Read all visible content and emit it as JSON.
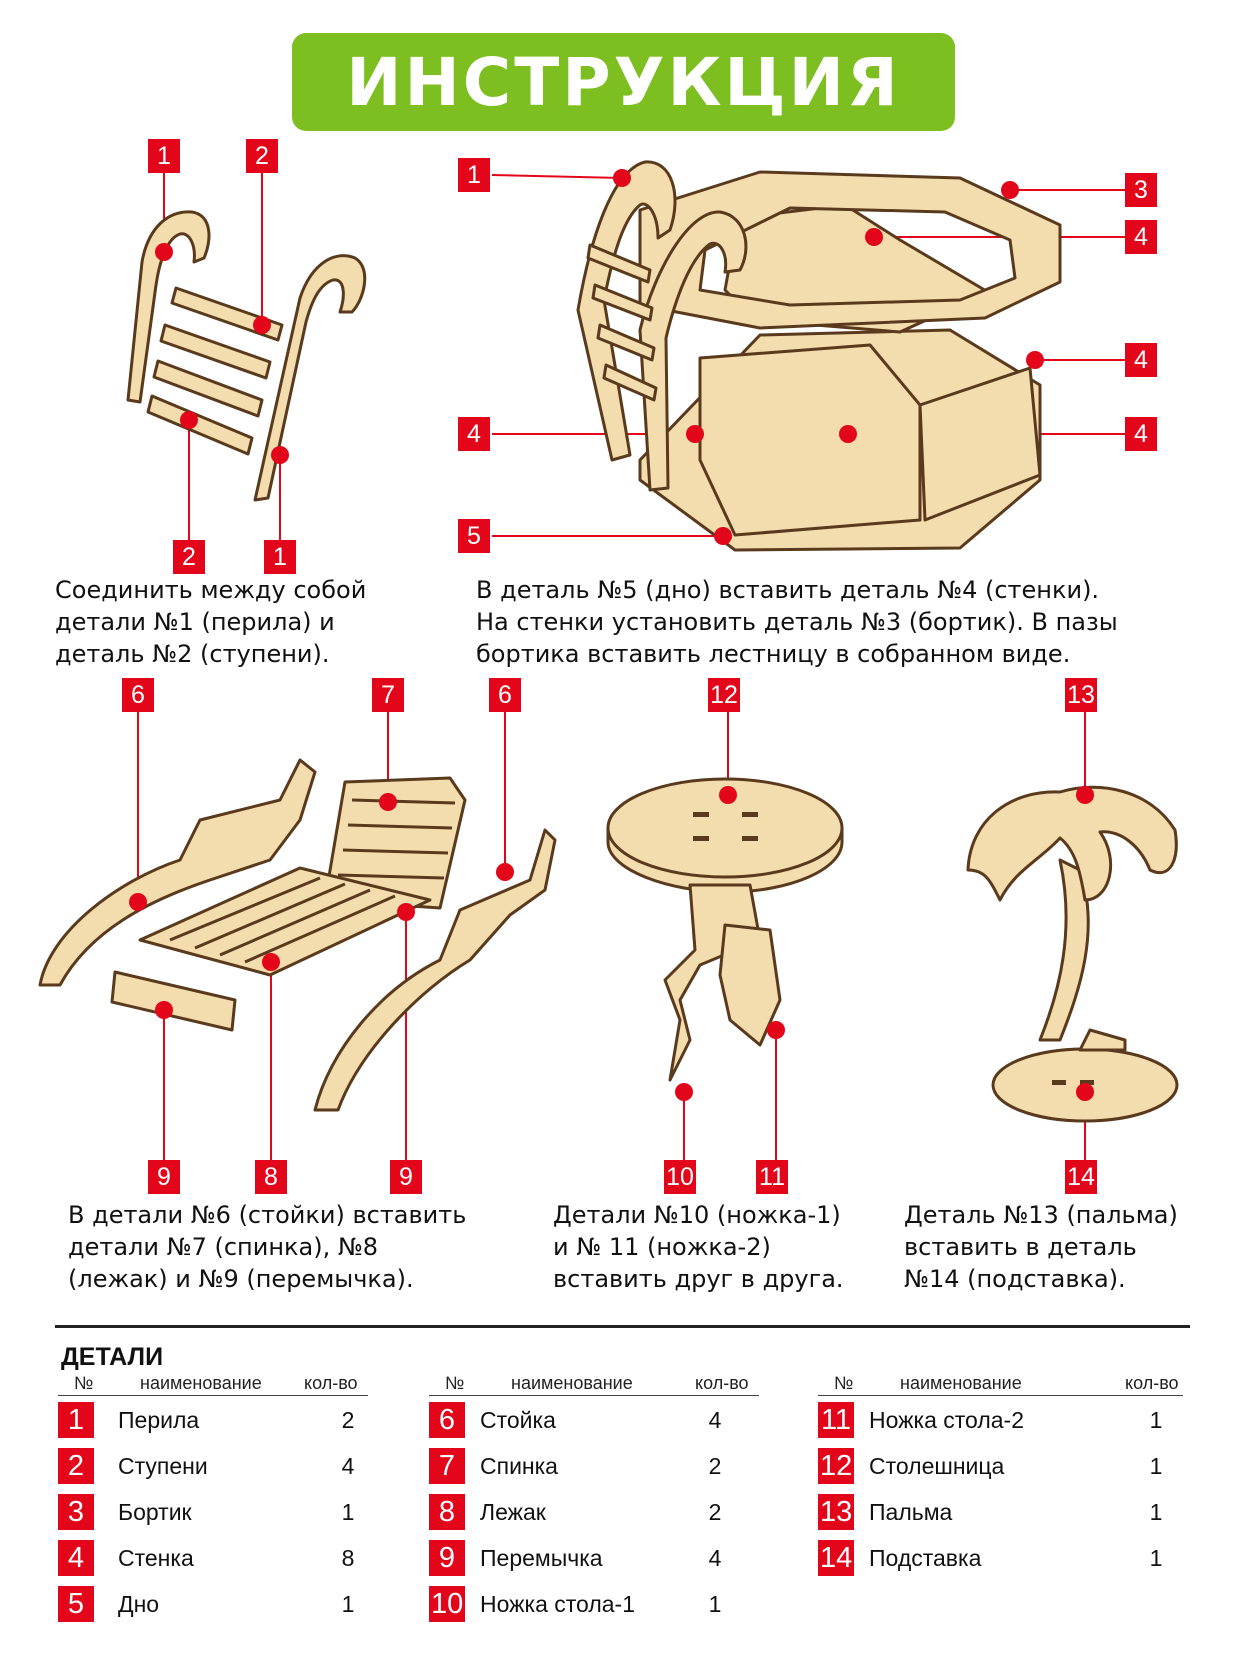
{
  "title": "ИНСТРУКЦИЯ",
  "markers": {
    "ladder": [
      "1",
      "2",
      "2",
      "1"
    ],
    "pool": [
      "1",
      "3",
      "4",
      "4",
      "4",
      "4",
      "5"
    ],
    "lounger": [
      "6",
      "7",
      "6",
      "9",
      "8",
      "9"
    ],
    "table": [
      "12",
      "10",
      "11"
    ],
    "palm": [
      "13",
      "14"
    ]
  },
  "steps": {
    "ladder": [
      "Соединить между собой",
      "детали №1 (перила) и",
      "деталь №2 (ступени)."
    ],
    "pool": [
      "В деталь №5 (дно) вставить деталь №4 (стенки).",
      "На стенки установить  деталь №3 (бортик). В пазы",
      "бортика вставить лестницу в собранном виде."
    ],
    "lounger": [
      "В детали №6 (стойки) вставить",
      "детали №7 (спинка), №8",
      "(лежак) и №9 (перемычка)."
    ],
    "table": [
      "Детали №10 (ножка-1)",
      "и № 11 (ножка-2)",
      "вставить друг в друга."
    ],
    "palm": [
      "Деталь №13 (пальма)",
      "вставить в деталь",
      "№14 (подставка)."
    ]
  },
  "parts": {
    "title": "ДЕТАЛИ",
    "headers": {
      "num": "№",
      "name": "наименование",
      "qty": "кол-во"
    },
    "columns": [
      [
        {
          "num": "1",
          "name": "Перила",
          "qty": "2"
        },
        {
          "num": "2",
          "name": "Ступени",
          "qty": "4"
        },
        {
          "num": "3",
          "name": "Бортик",
          "qty": "1"
        },
        {
          "num": "4",
          "name": "Стенка",
          "qty": "8"
        },
        {
          "num": "5",
          "name": "Дно",
          "qty": "1"
        }
      ],
      [
        {
          "num": "6",
          "name": "Стойка",
          "qty": "4"
        },
        {
          "num": "7",
          "name": "Спинка",
          "qty": "2"
        },
        {
          "num": "8",
          "name": "Лежак",
          "qty": "2"
        },
        {
          "num": "9",
          "name": "Перемычка",
          "qty": "4"
        },
        {
          "num": "10",
          "name": "Ножка стола-1",
          "qty": "1"
        }
      ],
      [
        {
          "num": "11",
          "name": "Ножка стола-2",
          "qty": "1"
        },
        {
          "num": "12",
          "name": "Столешница",
          "qty": "1"
        },
        {
          "num": "13",
          "name": "Пальма",
          "qty": "1"
        },
        {
          "num": "14",
          "name": "Подставка",
          "qty": "1"
        }
      ]
    ]
  },
  "colors": {
    "brand_green": "#7dbf21",
    "marker_red": "#e3061b",
    "wood": "#f3dcae",
    "wood_edge": "#5a3a1c"
  }
}
